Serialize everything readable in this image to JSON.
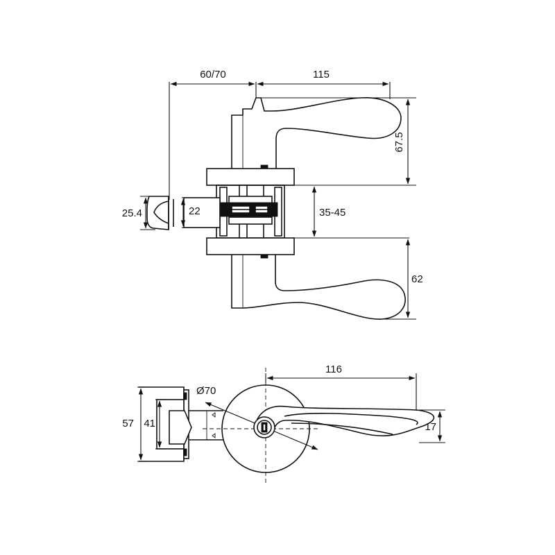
{
  "dimensions": {
    "backset": "60/70",
    "lever_length_top": "115",
    "lever_height_top": "67.5",
    "latch_face_height": "25.4",
    "latch_bolt_height": "22",
    "door_thickness": "35-45",
    "lever_height_bottom": "62",
    "lever_length_side": "116",
    "rose_diameter": "Ø70",
    "faceplate_height": "57",
    "faceplate_inner": "41",
    "lever_depth": "17"
  }
}
